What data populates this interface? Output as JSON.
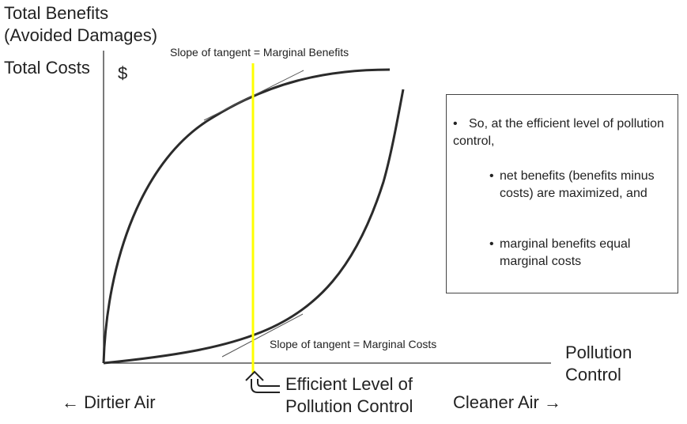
{
  "labels": {
    "total_benefits_line1": "Total Benefits",
    "total_benefits_line2": "(Avoided Damages)",
    "total_costs": "Total Costs",
    "dollar": "$",
    "slope_benefits": "Slope of tangent = Marginal Benefits",
    "slope_costs": "Slope of tangent = Marginal Costs",
    "x_axis_line1": "Pollution",
    "x_axis_line2": "Control",
    "efficient_line1": "Efficient Level of",
    "efficient_line2": "Pollution Control",
    "dirtier_air": "Dirtier Air",
    "cleaner_air": "Cleaner Air"
  },
  "icons": {
    "left_arrow": "left-arrow-icon",
    "right_arrow": "right-arrow-icon",
    "curved_arrow": "curved-arrow-icon"
  },
  "note": {
    "bullet": "•",
    "intro": "So, at the efficient level of pollution control,",
    "points": [
      "net benefits (benefits minus costs) are maximized,  and",
      "marginal benefits equal marginal costs"
    ]
  },
  "colors": {
    "curve": "#2b2b2b",
    "axis": "#333333",
    "efficient_line": "#ffff00",
    "tangent": "#555555"
  }
}
